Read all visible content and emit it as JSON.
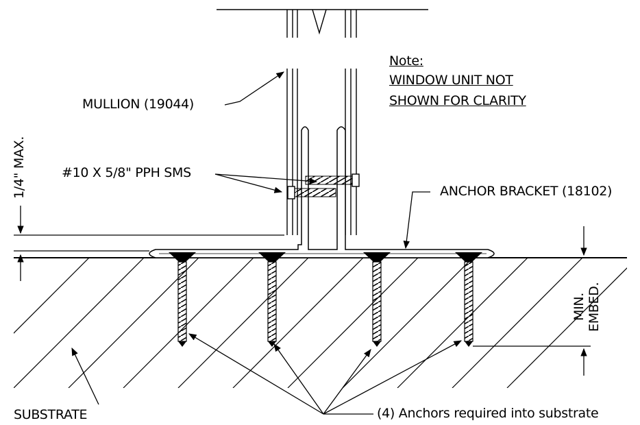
{
  "labels": {
    "note_title": "Note:",
    "note_line1": "WINDOW UNIT NOT",
    "note_line2": "SHOWN FOR CLARITY",
    "mullion": "MULLION (19044)",
    "screw": "#10 X 5/8\" PPH SMS",
    "anchor_bracket": "ANCHOR BRACKET (18102)",
    "max_gap": "1/4\" MAX.",
    "min_embed_1": "MIN.",
    "min_embed_2": "EMBED.",
    "substrate": "SUBSTRATE",
    "anchors_required": "(4) Anchors required into substrate"
  },
  "colors": {
    "ink": "#000000",
    "paper": "#ffffff"
  }
}
